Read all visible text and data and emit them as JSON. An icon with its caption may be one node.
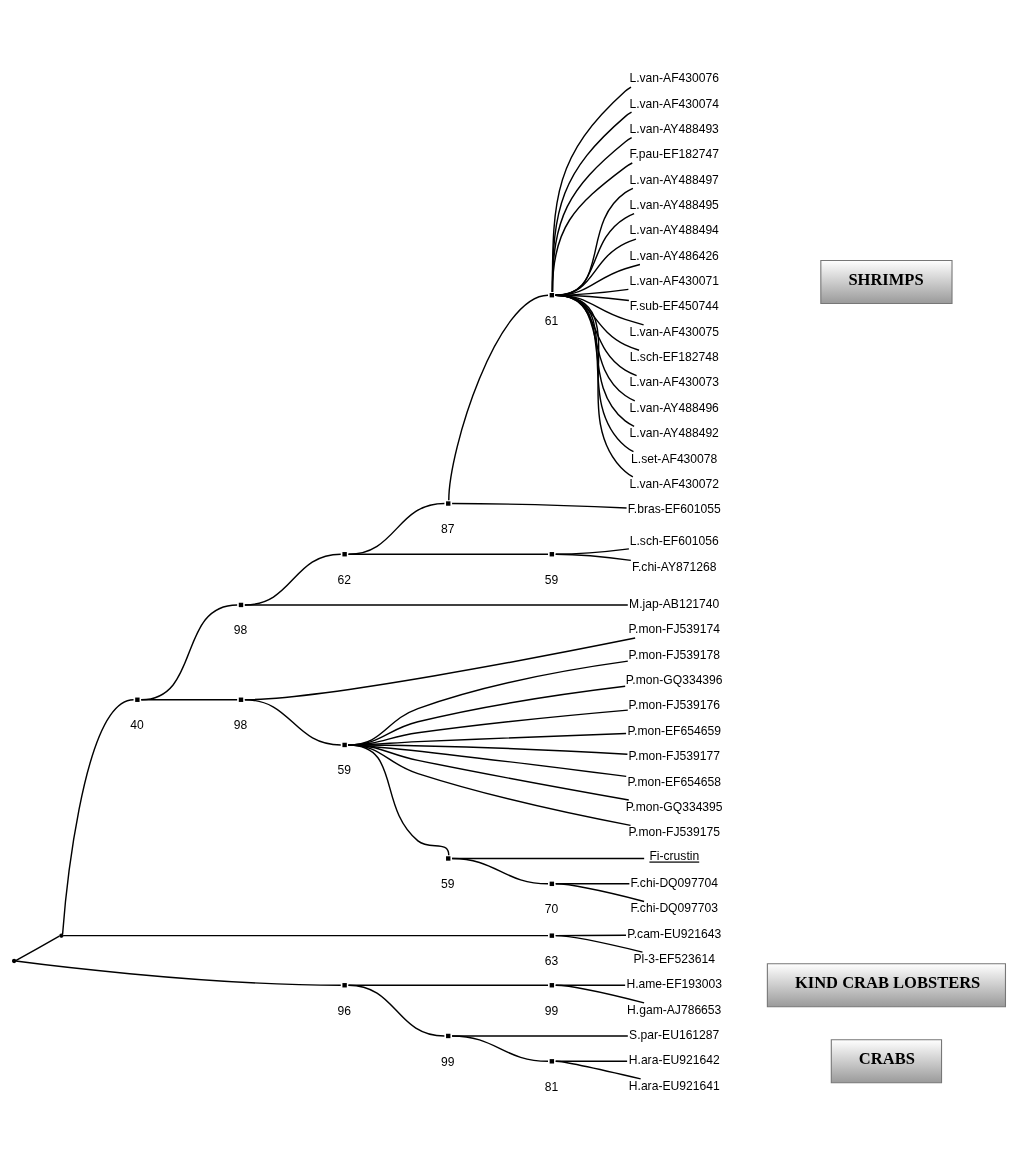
{
  "diagram": {
    "nodes": [
      {
        "text": [],
        "shape": "point"
      },
      {
        "text": [],
        "shape": "point"
      },
      {
        "text": [],
        "shape": "point",
        "beside": [
          "40"
        ]
      },
      {
        "text": [],
        "shape": "point",
        "beside": [
          "98"
        ]
      },
      {
        "text": [],
        "shape": "point",
        "beside": [
          "62"
        ]
      },
      {
        "text": [],
        "shape": "point",
        "beside": [
          "87"
        ]
      },
      {
        "text": [],
        "shape": "point",
        "beside": [
          "61"
        ]
      },
      {
        "text": [],
        "shape": "point",
        "beside": [
          "59"
        ]
      },
      {
        "text": [],
        "shape": "point",
        "beside": [
          "98"
        ]
      },
      {
        "text": [],
        "shape": "point",
        "beside": [
          "59"
        ]
      },
      {
        "text": [],
        "shape": "point",
        "beside": [
          "59"
        ]
      },
      {
        "text": [],
        "shape": "point",
        "beside": [
          "70"
        ]
      },
      {
        "text": [],
        "shape": "point",
        "beside": [
          "63"
        ]
      },
      {
        "text": [],
        "shape": "point",
        "beside": [
          "96"
        ]
      },
      {
        "text": [],
        "shape": "point",
        "beside": [
          "99"
        ]
      },
      {
        "text": [],
        "shape": "point",
        "beside": [
          "99"
        ]
      },
      {
        "text": [],
        "shape": "point",
        "beside": [
          "81"
        ]
      },
      {
        "text": [
          "L.van-AF430076"
        ]
      },
      {
        "text": [
          "L.van-AF430074"
        ]
      },
      {
        "text": [
          "L.van-AY488493"
        ]
      },
      {
        "text": [
          "F.pau-EF182747"
        ]
      },
      {
        "text": [
          "L.van-AY488497"
        ]
      },
      {
        "text": [
          "L.van-AY488495"
        ]
      },
      {
        "text": [
          "L.van-AY488494"
        ]
      },
      {
        "text": [
          "L.van-AY486426"
        ]
      },
      {
        "text": [
          "L.van-AF430071"
        ]
      },
      {
        "text": [
          "F.sub-EF450744"
        ]
      },
      {
        "text": [
          "L.van-AF430075"
        ]
      },
      {
        "text": [
          "L.sch-EF182748"
        ]
      },
      {
        "text": [
          "L.van-AF430073"
        ]
      },
      {
        "text": [
          "L.van-AY488496"
        ]
      },
      {
        "text": [
          "L.van-AY488492"
        ]
      },
      {
        "text": [
          "L.set-AF430078"
        ]
      },
      {
        "text": [
          "L.van-AF430072"
        ]
      },
      {
        "text": [
          "F.bras-EF601055"
        ]
      },
      {
        "text": [
          "L.sch-EF601056"
        ]
      },
      {
        "text": [
          "F.chi-AY871268"
        ]
      },
      {
        "text": [
          "M.jap-AB121740"
        ]
      },
      {
        "text": [
          "P.mon-FJ539174"
        ]
      },
      {
        "text": [
          "P.mon-FJ539178"
        ]
      },
      {
        "text": [
          "P.mon-GQ334396"
        ]
      },
      {
        "text": [
          "P.mon-FJ539176"
        ]
      },
      {
        "text": [
          "P.mon-EF654659"
        ]
      },
      {
        "text": [
          "P.mon-FJ539177"
        ]
      },
      {
        "text": [
          "P.mon-EF654658"
        ]
      },
      {
        "text": [
          "P.mon-GQ334395"
        ]
      },
      {
        "text": [
          "P.mon-FJ539175"
        ]
      },
      {
        "text": [
          "Fi-crustin"
        ]
      },
      {
        "text": [
          "F.chi-DQ097704"
        ]
      },
      {
        "text": [
          "F.chi-DQ097703"
        ]
      },
      {
        "text": [
          "P.cam-EU921643"
        ]
      },
      {
        "text": [
          "Pl-3-EF523614"
        ]
      },
      {
        "text": [
          "H.ame-EF193003"
        ]
      },
      {
        "text": [
          "H.gam-AJ786653"
        ]
      },
      {
        "text": [
          "S.par-EU161287"
        ]
      },
      {
        "text": [
          "H.ara-EU921642"
        ]
      },
      {
        "text": [
          "H.ara-EU921641"
        ]
      },
      {
        "text": [
          "SHRIMPS"
        ]
      },
      {
        "text": [
          "KIND CRAB LOBSTERS"
        ]
      },
      {
        "text": [
          "CRABS"
        ]
      }
    ],
    "edges": [
      {
        "from": 0,
        "to": 1,
        "arrow": "none"
      },
      {
        "from": 0,
        "to": 13,
        "arrow": "none"
      },
      {
        "from": 1,
        "to": 2,
        "arrow": "none"
      },
      {
        "from": 1,
        "to": 12,
        "arrow": "none"
      },
      {
        "from": 2,
        "to": 3,
        "arrow": "none"
      },
      {
        "from": 2,
        "to": 8,
        "arrow": "none"
      },
      {
        "from": 3,
        "to": 4,
        "arrow": "none"
      },
      {
        "from": 3,
        "to": 37,
        "arrow": "none"
      },
      {
        "from": 4,
        "to": 5,
        "arrow": "none"
      },
      {
        "from": 4,
        "to": 7,
        "arrow": "none"
      },
      {
        "from": 5,
        "to": 6,
        "arrow": "none"
      },
      {
        "from": 5,
        "to": 34,
        "arrow": "none"
      },
      {
        "from": 6,
        "to": 17,
        "arrow": "none"
      },
      {
        "from": 6,
        "to": 18,
        "arrow": "none"
      },
      {
        "from": 6,
        "to": 19,
        "arrow": "none"
      },
      {
        "from": 6,
        "to": 20,
        "arrow": "none"
      },
      {
        "from": 6,
        "to": 21,
        "arrow": "none"
      },
      {
        "from": 6,
        "to": 22,
        "arrow": "none"
      },
      {
        "from": 6,
        "to": 23,
        "arrow": "none"
      },
      {
        "from": 6,
        "to": 24,
        "arrow": "none"
      },
      {
        "from": 6,
        "to": 25,
        "arrow": "none"
      },
      {
        "from": 6,
        "to": 26,
        "arrow": "none"
      },
      {
        "from": 6,
        "to": 27,
        "arrow": "none"
      },
      {
        "from": 6,
        "to": 28,
        "arrow": "none"
      },
      {
        "from": 6,
        "to": 29,
        "arrow": "none"
      },
      {
        "from": 6,
        "to": 30,
        "arrow": "none"
      },
      {
        "from": 6,
        "to": 31,
        "arrow": "none"
      },
      {
        "from": 6,
        "to": 32,
        "arrow": "none"
      },
      {
        "from": 6,
        "to": 33,
        "arrow": "none"
      },
      {
        "from": 7,
        "to": 35,
        "arrow": "none"
      },
      {
        "from": 7,
        "to": 36,
        "arrow": "none"
      },
      {
        "from": 8,
        "to": 38,
        "arrow": "none"
      },
      {
        "from": 8,
        "to": 9,
        "arrow": "none"
      },
      {
        "from": 9,
        "to": 39,
        "arrow": "none"
      },
      {
        "from": 9,
        "to": 40,
        "arrow": "none"
      },
      {
        "from": 9,
        "to": 41,
        "arrow": "none"
      },
      {
        "from": 9,
        "to": 42,
        "arrow": "none"
      },
      {
        "from": 9,
        "to": 43,
        "arrow": "none"
      },
      {
        "from": 9,
        "to": 44,
        "arrow": "none"
      },
      {
        "from": 9,
        "to": 45,
        "arrow": "none"
      },
      {
        "from": 9,
        "to": 46,
        "arrow": "none"
      },
      {
        "from": 9,
        "to": 10,
        "arrow": "none"
      },
      {
        "from": 10,
        "to": 47,
        "arrow": "none"
      },
      {
        "from": 10,
        "to": 11,
        "arrow": "none"
      },
      {
        "from": 11,
        "to": 48,
        "arrow": "none"
      },
      {
        "from": 11,
        "to": 49,
        "arrow": "none"
      },
      {
        "from": 12,
        "to": 50,
        "arrow": "none"
      },
      {
        "from": 12,
        "to": 51,
        "arrow": "none"
      },
      {
        "from": 13,
        "to": 14,
        "arrow": "none"
      },
      {
        "from": 13,
        "to": 15,
        "arrow": "none"
      },
      {
        "from": 14,
        "to": 52,
        "arrow": "none"
      },
      {
        "from": 14,
        "to": 53,
        "arrow": "none"
      },
      {
        "from": 15,
        "to": 54,
        "arrow": "none"
      },
      {
        "from": 15,
        "to": 16,
        "arrow": "none"
      },
      {
        "from": 16,
        "to": 55,
        "arrow": "none"
      },
      {
        "from": 16,
        "to": 56,
        "arrow": "none"
      }
    ]
  }
}
